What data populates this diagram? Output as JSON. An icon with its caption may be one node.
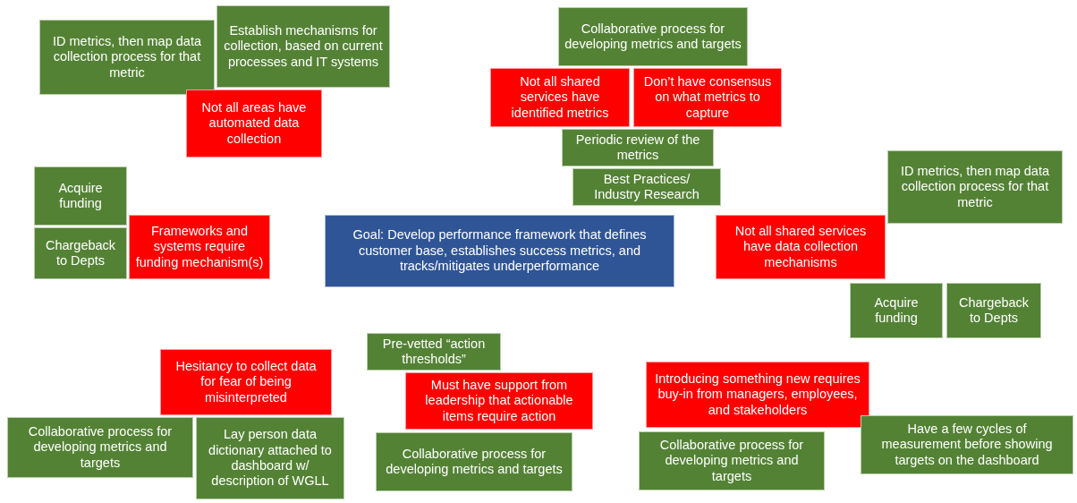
{
  "diagram": {
    "nodes": [
      {
        "text": [
          "ID metrics, then map data collection process for that metric"
        ]
      },
      {
        "text": [
          "Establish mechanisms for collection, based on current processes and IT systems"
        ]
      },
      {
        "text": [
          "Not all areas have automated data collection"
        ]
      },
      {
        "text": [
          "Collaborative process for developing metrics and targets"
        ]
      },
      {
        "text": [
          "Not all shared services have identified metrics"
        ]
      },
      {
        "text": [
          "Don’t have consensus on what metrics to capture"
        ]
      },
      {
        "text": [
          "Periodic review of the metrics"
        ]
      },
      {
        "text": [
          "Best Practices/ Industry Research"
        ]
      },
      {
        "text": [
          "Acquire funding"
        ]
      },
      {
        "text": [
          "Chargeback to Depts"
        ]
      },
      {
        "text": [
          "Frameworks and systems require funding mechanism(s)"
        ]
      },
      {
        "text": [
          "Goal: Develop performance framework that defines customer base, establishes success metrics, and tracks/mitigates underperformance"
        ]
      },
      {
        "text": [
          "ID metrics, then map data collection process for that metric"
        ]
      },
      {
        "text": [
          "Not all shared services have data collection mechanisms"
        ]
      },
      {
        "text": [
          "Acquire funding"
        ]
      },
      {
        "text": [
          "Chargeback to Depts"
        ]
      },
      {
        "text": [
          "Hesitancy to collect data for fear of being misinterpreted"
        ]
      },
      {
        "text": [
          "Collaborative process for developing metrics and targets"
        ]
      },
      {
        "text": [
          "Lay person data dictionary attached to dashboard w/ description of WGLL"
        ]
      },
      {
        "text": [
          "Pre-vetted “action thresholds”"
        ]
      },
      {
        "text": [
          "Must have support from leadership that actionable items require action"
        ]
      },
      {
        "text": [
          "Collaborative process for developing metrics and targets"
        ]
      },
      {
        "text": [
          "Introducing something new requires buy-in from managers, employees, and stakeholders"
        ]
      },
      {
        "text": [
          "Collaborative process for developing metrics and targets"
        ]
      },
      {
        "text": [
          "Have a few cycles of measurement before showing targets on the dashboard"
        ]
      }
    ]
  }
}
